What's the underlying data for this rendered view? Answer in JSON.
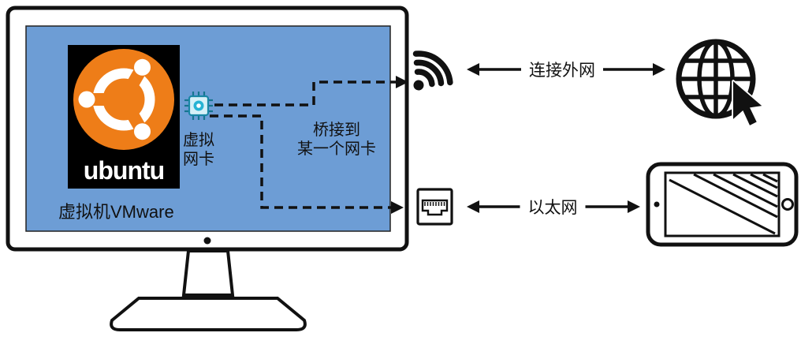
{
  "diagram": {
    "monitor": {
      "vm_label": "虚拟机VMware",
      "screen_color": "#6d9dd5"
    },
    "ubuntu": {
      "wordmark": "ubuntu",
      "logo_color": "#ee7d18",
      "panel_color": "#000000"
    },
    "virtual_nic": {
      "label_line1": "虚拟",
      "label_line2": "网卡"
    },
    "bridge_note": {
      "line1": "桥接到",
      "line2": "某一个网卡"
    },
    "connections": {
      "wifi_link_label": "连接外网",
      "ethernet_link_label": "以太网"
    },
    "icons": {
      "wifi": "wifi-icon",
      "ethernet_port": "ethernet-port-icon",
      "internet": "globe-with-cursor-icon",
      "device": "tablet-icon",
      "nic": "virtual-nic-chip-icon",
      "ubuntu_logo": "ubuntu-circle-of-friends-logo"
    }
  }
}
